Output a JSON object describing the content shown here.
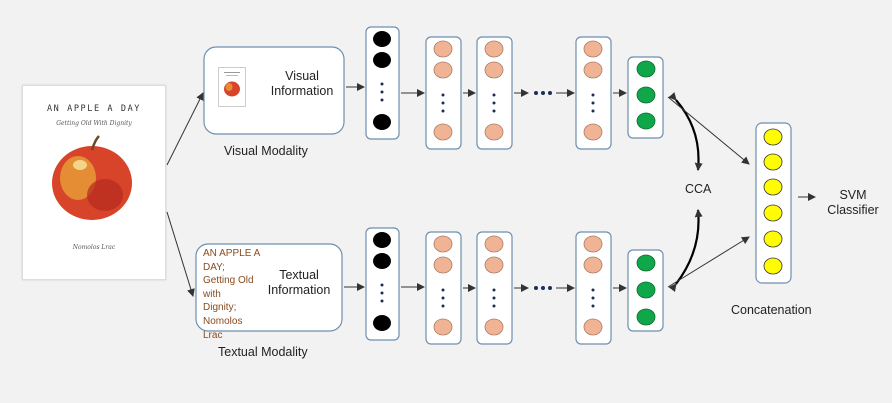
{
  "input_book": {
    "title": "AN APPLE A DAY",
    "subtitle": "Getting Old With Dignity",
    "author": "Nomolos Lrac"
  },
  "visual_box": {
    "line1": "Visual",
    "line2": "Information"
  },
  "textual_box": {
    "text_lines": [
      "AN APPLE A",
      "DAY;",
      "Getting Old",
      "with",
      "Dignity;",
      "Nomolos",
      "Lrac"
    ],
    "line1": "Textual",
    "line2": "Information"
  },
  "labels": {
    "visual_modality": "Visual Modality",
    "textual_modality": "Textual Modality",
    "cca": "CCA",
    "concatenation": "Concatenation",
    "svm_line1": "SVM",
    "svm_line2": "Classifier"
  },
  "colors": {
    "input_layer": "#000000",
    "hidden_layer": "#f0b494",
    "output_layer": "#10a74a",
    "concat_layer": "#fffd00",
    "box_border": "#6e8fb0",
    "text_snippet": "#8a4b1e"
  }
}
